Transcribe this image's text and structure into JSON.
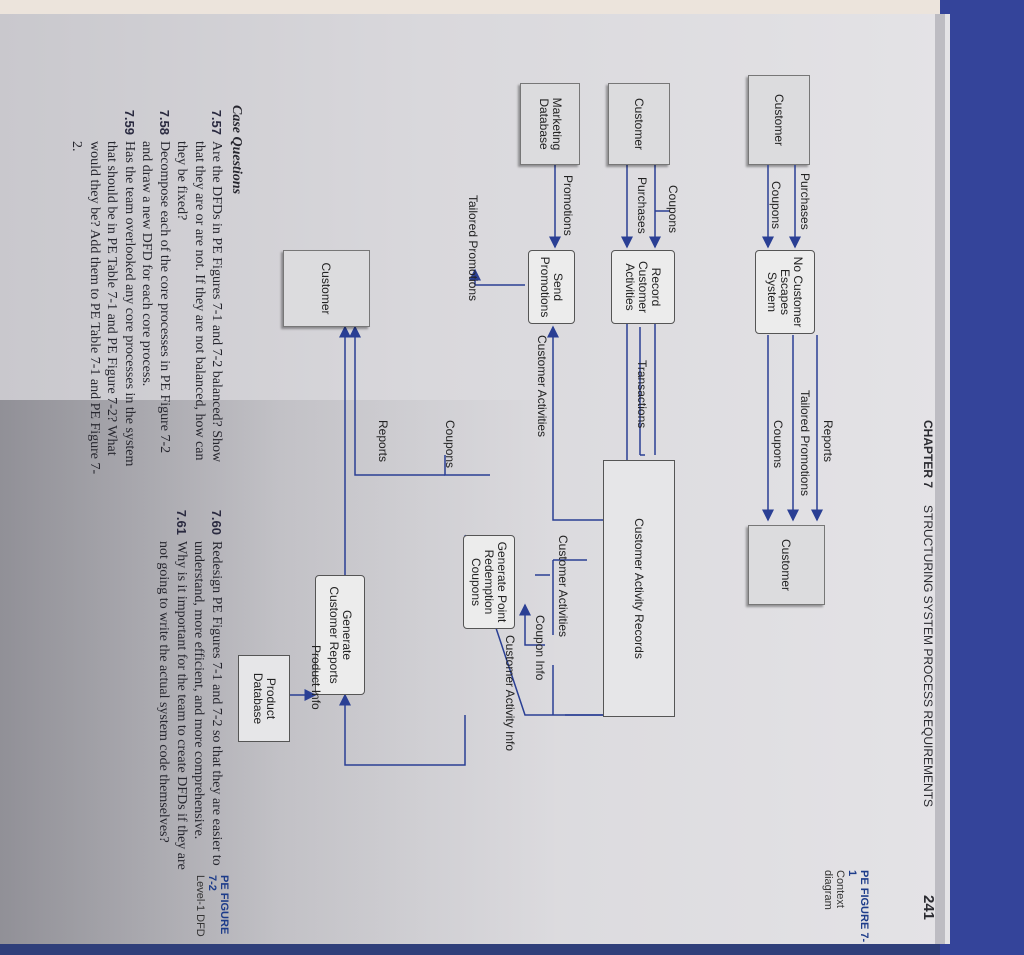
{
  "header": {
    "chapter": "CHAPTER 7",
    "title": "STRUCTURING SYSTEM PROCESS REQUIREMENTS",
    "page_number": "241"
  },
  "figure1": {
    "label": "PE FIGURE 7-1",
    "caption": "Context diagram",
    "entity_left": "Customer",
    "entity_right": "Customer",
    "process": [
      "No Customer",
      "Escapes",
      "System"
    ],
    "flows_left": [
      "Purchases",
      "Coupons"
    ],
    "flows_right": [
      "Reports",
      "Tailored Promotions",
      "Coupons"
    ]
  },
  "figure2": {
    "label": "PE FIGURE 7-2",
    "caption": "Level-1 DFD",
    "customer_top": "Customer",
    "marketing_db": [
      "Marketing",
      "Database"
    ],
    "customer_bottom": "Customer",
    "record": [
      "Record",
      "Customer",
      "Activities"
    ],
    "send": [
      "Send",
      "Promotions"
    ],
    "store": "Customer Activity Records",
    "point": [
      "Generate Point",
      "Redemption",
      "Coupons"
    ],
    "reports": [
      "Generate",
      "Customer Reports"
    ],
    "product_db": [
      "Product",
      "Database"
    ],
    "flows": {
      "coupons_in": "Coupons",
      "purchases": "Purchases",
      "promotions": "Promotions",
      "transactions": "Transactions",
      "customer_activities_1": "Customer Activities",
      "customer_activities_2": "Customer Activities",
      "coupon_info": "Coupon Info",
      "customer_activity_info": "Customer Activity Info",
      "product_info": "Product Info",
      "tailored_promotions": "Tailored Promotions",
      "coupons_out": "Coupons",
      "reports_out": "Reports"
    }
  },
  "questions": {
    "title": "Case Questions",
    "items": [
      {
        "num": "7.57",
        "text": "Are the DFDs in PE Figures 7-1 and 7-2 balanced? Show that they are or are not. If they are not balanced, how can they be fixed?"
      },
      {
        "num": "7.58",
        "text": "Decompose each of the core processes in PE Figure 7-2 and draw a new DFD for each core process."
      },
      {
        "num": "7.59",
        "text": "Has the team overlooked any core processes in the system that should be in PE Table 7-1 and PE Figure 7-2? What would they be? Add them to PE Table 7-1 and PE Figure 7-2."
      },
      {
        "num": "7.60",
        "text": "Redesign PE Figures 7-1 and 7-2 so that they are easier to understand, more efficient, and more comprehensive."
      },
      {
        "num": "7.61",
        "text": "Why is it important for the team to create DFDs if they are not going to write the actual system code themselves?"
      }
    ]
  }
}
